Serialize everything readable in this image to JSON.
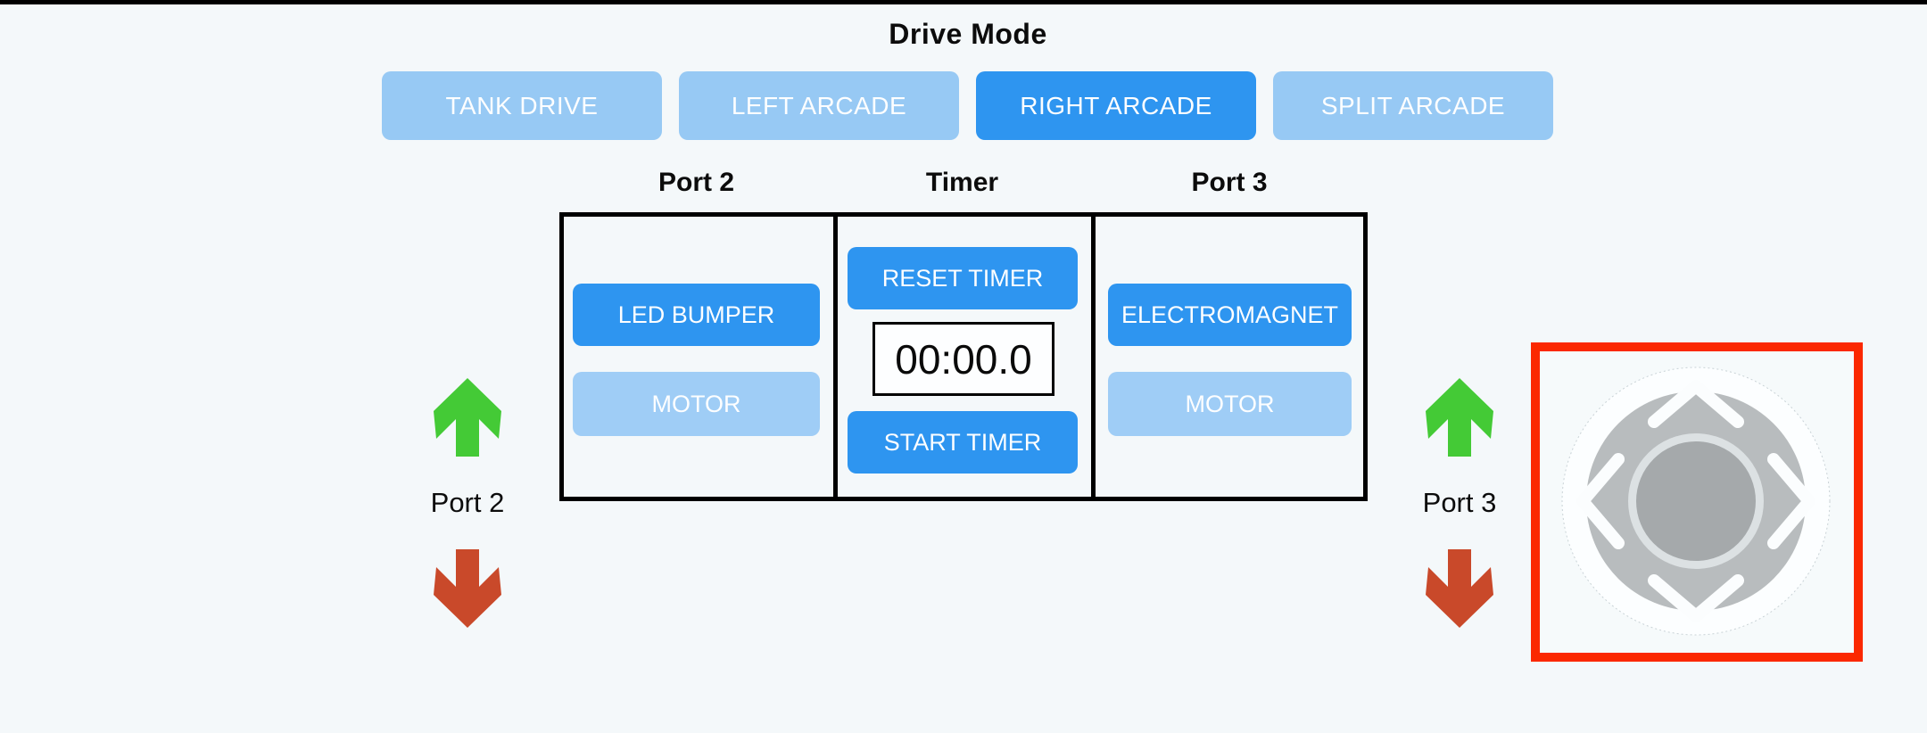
{
  "colors": {
    "background": "#f4f8fa",
    "top_bar": "#000000",
    "button_active_blue": "#2e95f0",
    "button_inactive_blue": "#97c9f4",
    "button_text": "#fdfeff",
    "arrow_green": "#44ca36",
    "arrow_red": "#c9492a",
    "joystick_highlight_red": "#fb2800",
    "joystick_base_white": "#fcfeff",
    "joystick_pad_gray": "#b8bcbe",
    "joystick_ring_gray": "#dce1e3",
    "joystick_knob_gray": "#a5a9ab",
    "joystick_chevron_white": "#fbfdfe"
  },
  "drive_mode": {
    "title": "Drive Mode",
    "buttons": [
      {
        "label": "TANK DRIVE",
        "active": false
      },
      {
        "label": "LEFT ARCADE",
        "active": false
      },
      {
        "label": "RIGHT ARCADE",
        "active": true
      },
      {
        "label": "SPLIT ARCADE",
        "active": false
      }
    ]
  },
  "panel": {
    "port2": {
      "header": "Port 2",
      "buttons": [
        {
          "label": "LED BUMPER",
          "state": "active"
        },
        {
          "label": "MOTOR",
          "state": "inactive"
        }
      ]
    },
    "timer": {
      "header": "Timer",
      "reset_button": "RESET TIMER",
      "display": "00:00.0",
      "start_button": "START TIMER"
    },
    "port3": {
      "header": "Port 3",
      "buttons": [
        {
          "label": "ELECTROMAGNET",
          "state": "active"
        },
        {
          "label": "MOTOR",
          "state": "inactive"
        }
      ]
    }
  },
  "left_control": {
    "label": "Port 2",
    "up_icon": "green-up-arrow",
    "down_icon": "red-down-arrow"
  },
  "right_control": {
    "label": "Port 3",
    "up_icon": "green-up-arrow",
    "down_icon": "red-down-arrow"
  },
  "joystick": {
    "highlighted": true
  }
}
